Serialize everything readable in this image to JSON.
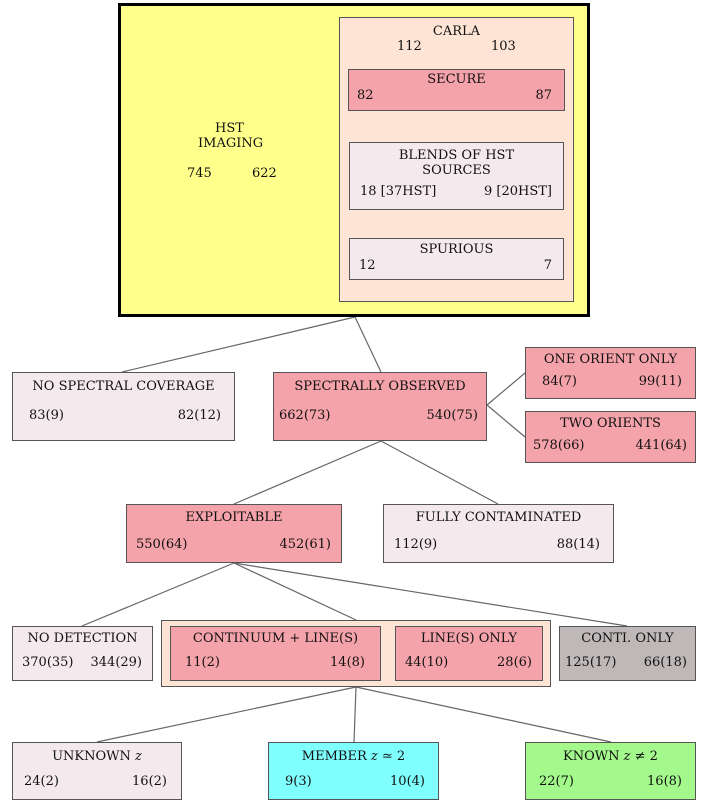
{
  "hst": {
    "title_1": "HST",
    "title_2": "IMAGING",
    "left": "745",
    "right": "622"
  },
  "carla": {
    "title": "CARLA",
    "left": "112",
    "right": "103"
  },
  "secure": {
    "title": "SECURE",
    "left": "82",
    "right": "87"
  },
  "blends": {
    "title_1": "BLENDS OF HST",
    "title_2": "SOURCES",
    "left": "18 [37HST]",
    "right": "9 [20HST]"
  },
  "spurious": {
    "title": "SPURIOUS",
    "left": "12",
    "right": "7"
  },
  "no_spectral": {
    "title": "NO SPECTRAL COVERAGE",
    "left": "83(9)",
    "right": "82(12)"
  },
  "spectrally": {
    "title": "SPECTRALLY OBSERVED",
    "left": "662(73)",
    "right": "540(75)"
  },
  "one_orient": {
    "title": "ONE ORIENT ONLY",
    "left": "84(7)",
    "right": "99(11)"
  },
  "two_orients": {
    "title": "TWO ORIENTS",
    "left": "578(66)",
    "right": "441(64)"
  },
  "exploitable": {
    "title": "EXPLOITABLE",
    "left": "550(64)",
    "right": "452(61)"
  },
  "fully": {
    "title": "FULLY CONTAMINATED",
    "left": "112(9)",
    "right": "88(14)"
  },
  "no_detection": {
    "title": "NO DETECTION",
    "left": "370(35)",
    "right": "344(29)"
  },
  "continuum": {
    "title": "CONTINUUM + LINE(S)",
    "left": "11(2)",
    "right": "14(8)"
  },
  "lines_only": {
    "title": "LINE(S) ONLY",
    "left": "44(10)",
    "right": "28(6)"
  },
  "conti_only": {
    "title": "CONTI. ONLY",
    "left": "125(17)",
    "right": "66(18)"
  },
  "unknown": {
    "title": "UNKNOWN",
    "z": "z",
    "left": "24(2)",
    "right": "16(2)"
  },
  "member": {
    "title": "MEMBER",
    "z": "z",
    "rel": "≃ 2",
    "left": "9(3)",
    "right": "10(4)"
  },
  "known": {
    "title": "KNOWN",
    "z": "z",
    "rel": "≠ 2",
    "left": "22(7)",
    "right": "16(8)"
  },
  "colors": {
    "pink": "#f4a3aa",
    "lavender": "#f4e9ec",
    "peach": "#fde4d4",
    "gray": "#bfb8b8",
    "cyan": "#80ffff",
    "green": "#a3f98b",
    "yellow": "#ffff8c"
  }
}
